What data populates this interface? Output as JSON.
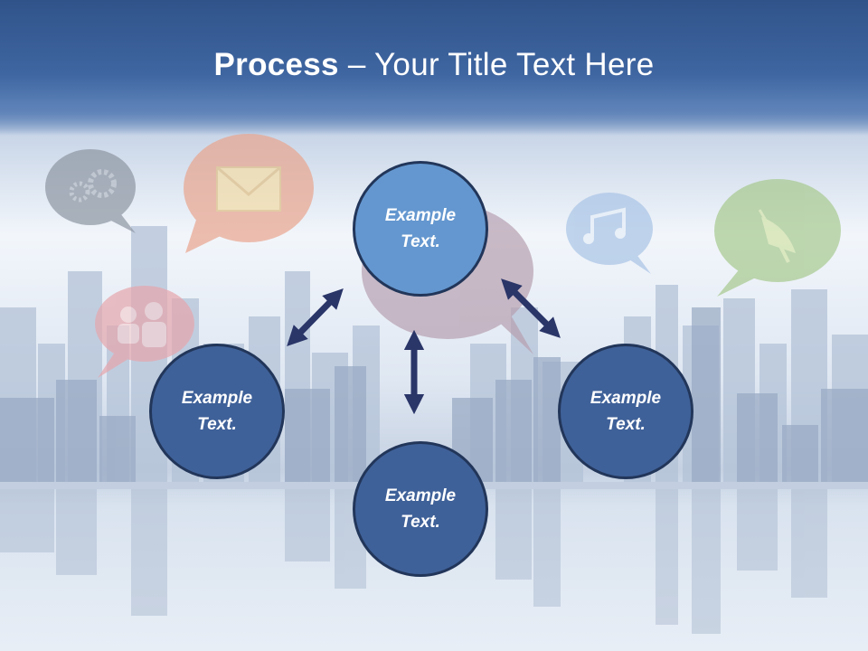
{
  "slide": {
    "title_bold": "Process",
    "title_rest": " – Your Title Text Here"
  },
  "nodes": {
    "top": {
      "line1": "Example",
      "line2": "Text."
    },
    "left": {
      "line1": "Example",
      "line2": "Text."
    },
    "right": {
      "line1": "Example",
      "line2": "Text."
    },
    "bottom": {
      "line1": "Example",
      "line2": "Text."
    }
  },
  "colors": {
    "header": "#3f66a1",
    "node_fill": "#3f6199",
    "node_top_fill": "#6497cf",
    "node_border": "#22365a",
    "arrow": "#2a3568"
  },
  "icons": [
    "gears-icon",
    "envelope-icon",
    "users-icon",
    "music-notes-icon",
    "satellite-dish-icon",
    "chat-bubble-icon"
  ]
}
